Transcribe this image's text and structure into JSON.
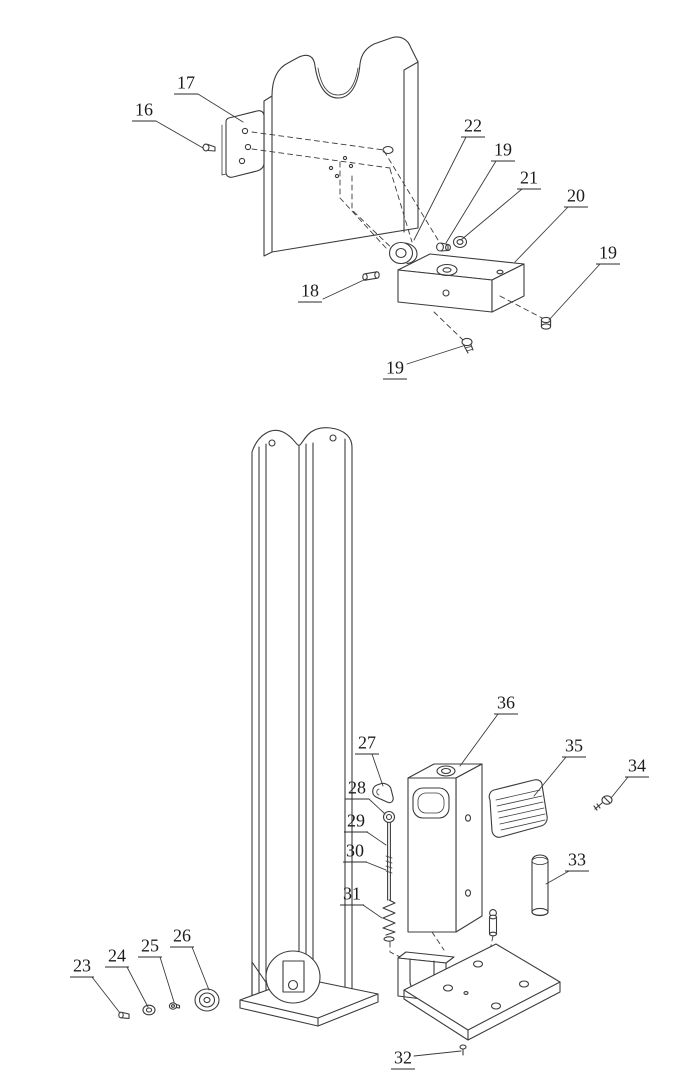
{
  "figure": {
    "type": "exploded-parts-diagram",
    "background_color": "#ffffff",
    "line_color": "#3c3c3c"
  },
  "labels": [
    {
      "id": "17",
      "text": "17"
    },
    {
      "id": "16",
      "text": "16"
    },
    {
      "id": "22",
      "text": "22"
    },
    {
      "id": "19a",
      "text": "19"
    },
    {
      "id": "21",
      "text": "21"
    },
    {
      "id": "20",
      "text": "20"
    },
    {
      "id": "19b",
      "text": "19"
    },
    {
      "id": "18",
      "text": "18"
    },
    {
      "id": "19c",
      "text": "19"
    },
    {
      "id": "36",
      "text": "36"
    },
    {
      "id": "27",
      "text": "27"
    },
    {
      "id": "35",
      "text": "35"
    },
    {
      "id": "34",
      "text": "34"
    },
    {
      "id": "28",
      "text": "28"
    },
    {
      "id": "29",
      "text": "29"
    },
    {
      "id": "30",
      "text": "30"
    },
    {
      "id": "33",
      "text": "33"
    },
    {
      "id": "31",
      "text": "31"
    },
    {
      "id": "26",
      "text": "26"
    },
    {
      "id": "25",
      "text": "25"
    },
    {
      "id": "24",
      "text": "24"
    },
    {
      "id": "23",
      "text": "23"
    },
    {
      "id": "32",
      "text": "32"
    }
  ]
}
